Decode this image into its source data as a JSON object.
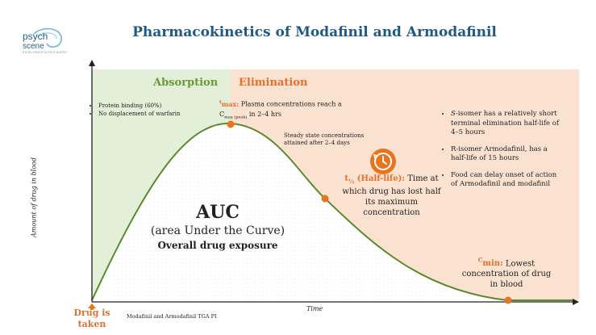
{
  "logo": {
    "main": "psych",
    "sub": "scene",
    "tagline": "EXCELLENCE IN PSYCHIATRY"
  },
  "title": "Pharmacokinetics of Modafinil and Armodafinil",
  "phases": {
    "absorption": "Absorption",
    "elimination": "Elimination"
  },
  "absorption_notes": [
    "Protein binding (60%)",
    "No displacement of warfarin"
  ],
  "tmax": {
    "symbol": "t",
    "label": "max:",
    "text_pre": "Plasma concentrations reach a C",
    "sub": "max (peak)",
    "text_post": " in 2–4 hrs"
  },
  "steady_state": "Steady state concentrations attained after 2–4 days",
  "elimination_notes": [
    {
      "italic": "S",
      "text": "-isomer has a relatively short terminal elimination half-life of 4–5 hours"
    },
    {
      "italic": "",
      "text": "R-isomer Armodafinil, has a half-life of 15 hours"
    },
    {
      "italic": "",
      "text": "Food can delay onset of action of Armodafinil and modafinil"
    }
  ],
  "thalf": {
    "symbol": "t",
    "sub": "½",
    "label": " (Half-life):",
    "text": " Time at which drug has lost half its maximum concentration"
  },
  "cmin": {
    "symbol": "C",
    "label": "min:",
    "text": " Lowest concentration of drug in blood"
  },
  "auc": {
    "title": "AUC",
    "subtitle": "(area Under the Curve)",
    "description": "Overall drug exposure"
  },
  "axes": {
    "y_label": "Amount of drug in blood",
    "x_label": "Time"
  },
  "dose_label_line1": "Drug is",
  "dose_label_line2": "taken",
  "source": "Modafinil and Armodafinil TGA PI",
  "icons": {
    "clock": "clock-icon",
    "arrow": "up-arrow-icon"
  },
  "colors": {
    "absorption_bg": "#e3efd9",
    "elimination_bg": "#fbe2d0",
    "curve": "#5a8a2e",
    "marker": "#e8741c",
    "title": "#1e5a84"
  }
}
